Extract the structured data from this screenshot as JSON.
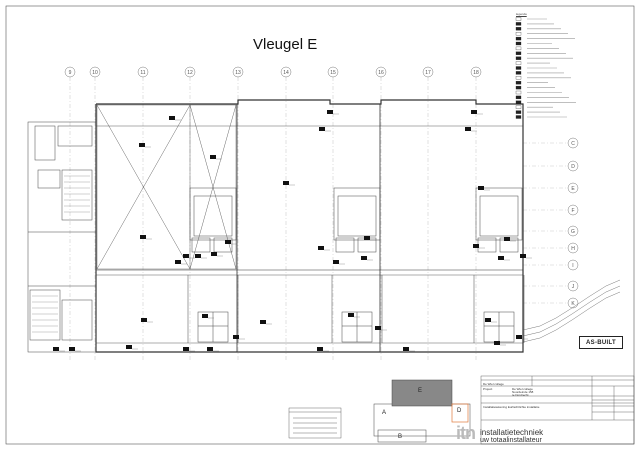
{
  "drawing": {
    "title": "Vleugel E",
    "stamp": "AS-BUILT",
    "grid_columns": [
      "9",
      "10",
      "11",
      "12",
      "13",
      "14",
      "15",
      "16",
      "17",
      "18"
    ],
    "grid_rows": [
      "C",
      "D",
      "E",
      "F",
      "G",
      "H",
      "I",
      "J",
      "K"
    ]
  },
  "legend": {
    "heading": "legenda",
    "item_count": 21
  },
  "key_plan": {
    "wings": [
      "A",
      "E",
      "D",
      "B"
    ]
  },
  "title_block": {
    "client_name": "De Wiel college",
    "project_label": "Project",
    "project_lines": [
      "De Wiel college",
      "Noordeinde 158",
      "te Dordrecht"
    ],
    "description_line": "Installatietekening Eurfachtlichte installatie",
    "company_name": "installatietechniek",
    "company_tagline": "uw totaalinstallateur"
  },
  "colors": {
    "line": "#333333",
    "grid": "#888888",
    "key_plan_fill": "#888888",
    "key_plan_accent": "#e0783a"
  }
}
